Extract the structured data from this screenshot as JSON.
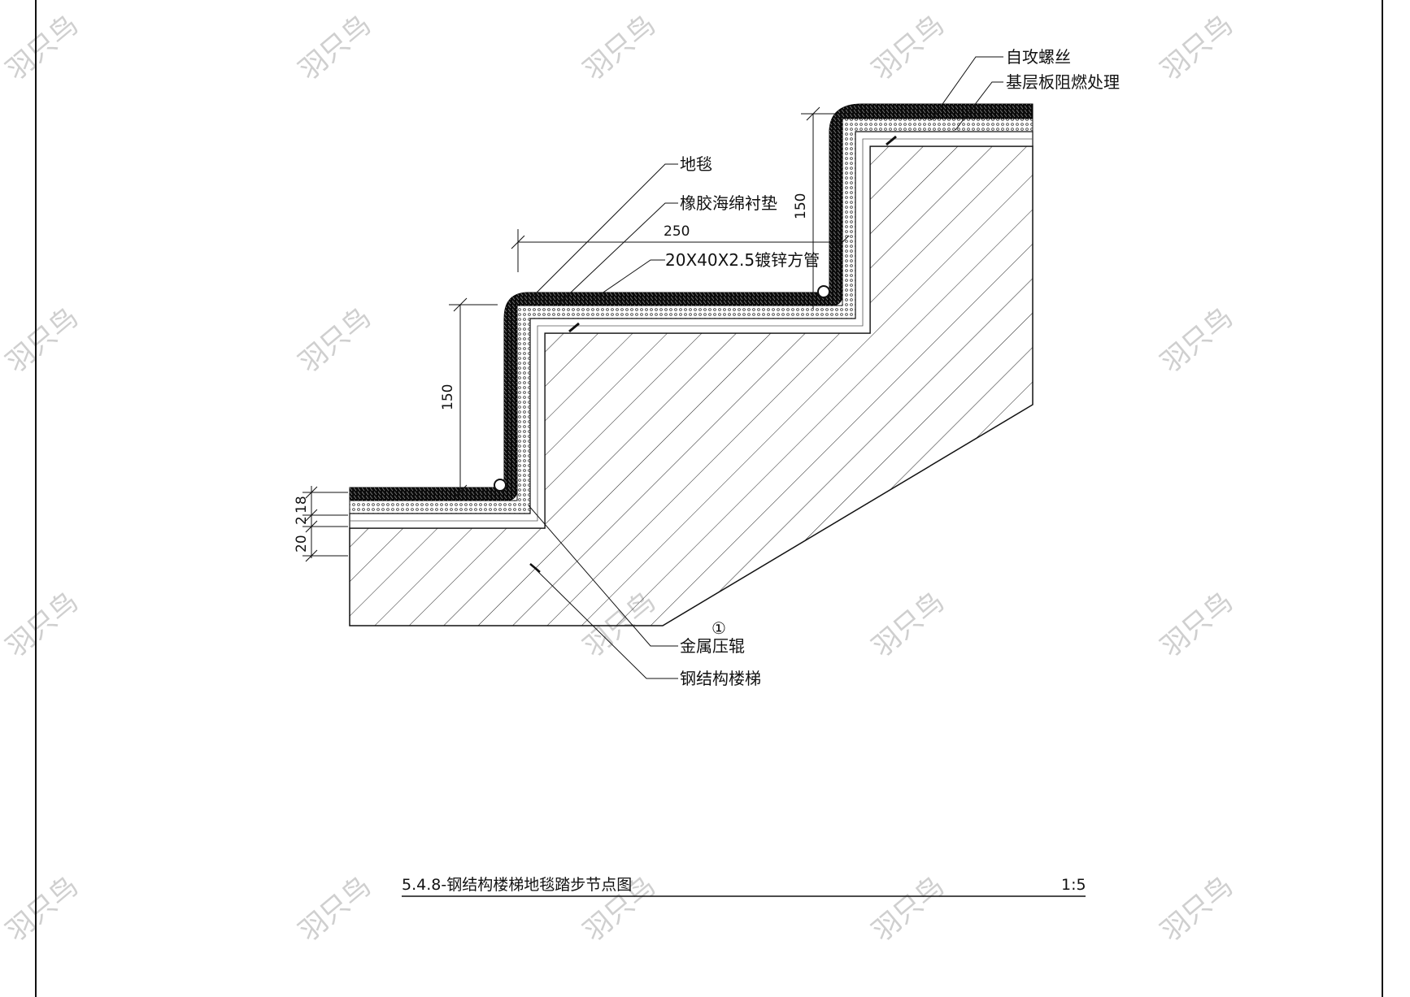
{
  "labels": {
    "self_tapping_screw": "自攻螺丝",
    "fire_retardant_base_board": "基层板阻燃处理",
    "carpet": "地毯",
    "rubber_sponge_underlay": "橡胶海绵衬垫",
    "galvanized_square_tube": "20X40X2.5镀锌方管",
    "metal_nosing_bar": "金属压辊",
    "steel_structure_stair": "钢结构楼梯",
    "callout_marker": "①"
  },
  "dimensions": {
    "tread_depth": "250",
    "riser_height_lower": "150",
    "riser_height_upper": "150",
    "layer_18": "18",
    "layer_2": "2",
    "layer_20": "20"
  },
  "title_block": {
    "title": "5.4.8-钢结构楼梯地毯踏步节点图",
    "scale": "1:5"
  },
  "watermark": {
    "text": "羽只鸟"
  },
  "colors": {
    "line": "#111111",
    "carpet": "#0b0b0b",
    "watermark": "#cfcfcf"
  }
}
